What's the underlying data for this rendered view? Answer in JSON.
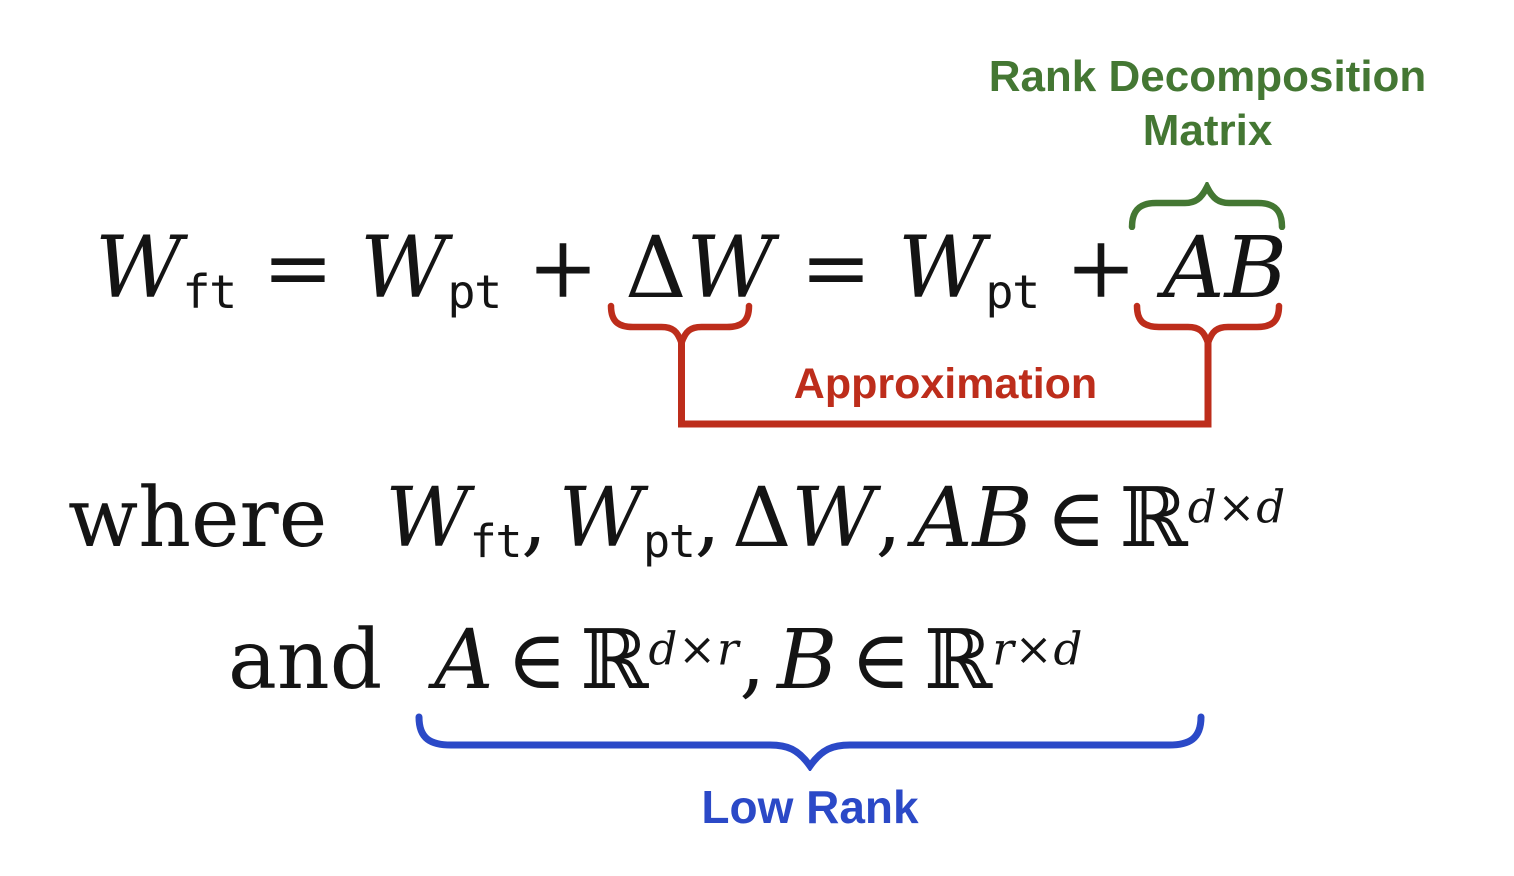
{
  "colors": {
    "green": "#447733",
    "red": "#bd2d1b",
    "blue": "#2b49c7",
    "ink": "#141414",
    "background": "#ffffff"
  },
  "annotations": {
    "rank_decomposition_line1": "Rank Decomposition",
    "rank_decomposition_line2": "Matrix",
    "approximation": "Approximation",
    "low_rank": "Low Rank"
  },
  "equation": {
    "W": "W",
    "sub_ft": "ft",
    "sub_pt": "pt",
    "equals": "=",
    "plus": "+",
    "Delta": "Δ",
    "AB": "AB"
  },
  "where_line": {
    "keyword": "where",
    "comma": ",",
    "element_of": "∈",
    "reals": "ℝ",
    "sup_dxd": "d×d"
  },
  "and_line": {
    "keyword": "and",
    "A": "A",
    "B": "B",
    "comma": ",",
    "element_of": "∈",
    "reals": "ℝ",
    "sup_dxr": "d×r",
    "sup_rxd": "r×d"
  }
}
